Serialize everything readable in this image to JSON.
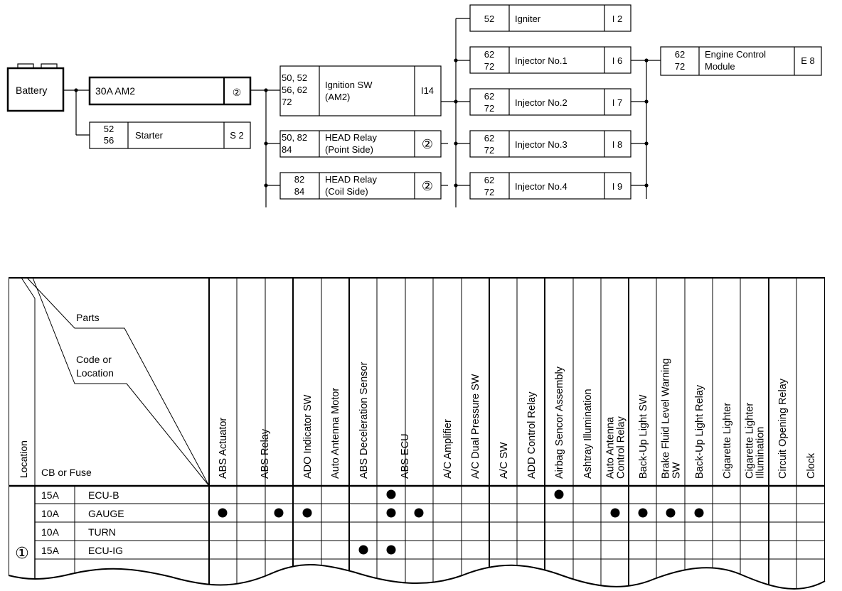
{
  "wiring": {
    "battery": "Battery",
    "am2": {
      "label": "30A AM2",
      "ref": "②"
    },
    "starter": {
      "codes": [
        "52",
        "56"
      ],
      "label": "Starter",
      "loc": "S 2"
    },
    "ignition_sw": {
      "codes": [
        "50, 52",
        "56, 62",
        "72"
      ],
      "label": [
        "Ignition SW",
        "(AM2)"
      ],
      "loc": "I14"
    },
    "head_relay_point": {
      "codes": [
        "50, 82",
        "84"
      ],
      "label": [
        "HEAD Relay",
        "(Point Side)"
      ],
      "ref": "②"
    },
    "head_relay_coil": {
      "codes": [
        "82",
        "84"
      ],
      "label": [
        "HEAD Relay",
        "(Coil Side)"
      ],
      "ref": "②"
    },
    "igniter": {
      "codes": [
        "52"
      ],
      "label": "Igniter",
      "loc": "I 2"
    },
    "injector1": {
      "codes": [
        "62",
        "72"
      ],
      "label": "Injector No.1",
      "loc": "I 6"
    },
    "injector2": {
      "codes": [
        "62",
        "72"
      ],
      "label": "Injector No.2",
      "loc": "I 7"
    },
    "injector3": {
      "codes": [
        "62",
        "72"
      ],
      "label": "Injector No.3",
      "loc": "I 8"
    },
    "injector4": {
      "codes": [
        "62",
        "72"
      ],
      "label": "Injector No.4",
      "loc": "I 9"
    },
    "ecm": {
      "codes": [
        "62",
        "72"
      ],
      "label": [
        "Engine Control",
        "Module"
      ],
      "loc": "E 8"
    }
  },
  "table": {
    "header_parts": "Parts",
    "header_code": [
      "Code or",
      "Location"
    ],
    "header_location": "Location",
    "header_fuse": "CB or Fuse",
    "columns": [
      [
        "ABS Actuator"
      ],
      [
        "ABS Relay"
      ],
      [
        "ADO Indicator SW"
      ],
      [
        "Auto Antenna Motor"
      ],
      [
        "ABS Deceleration Sensor"
      ],
      [
        "ABS ECU"
      ],
      [
        "A/C Amplifier"
      ],
      [
        "A/C Dual Pressure SW"
      ],
      [
        "A/C SW"
      ],
      [
        "ADD Control Relay"
      ],
      [
        "Airbag Sencor Assembly"
      ],
      [
        "Ashtray Illumination"
      ],
      [
        "Auto Antenna",
        "Control Relay"
      ],
      [
        "Back-Up Light SW"
      ],
      [
        "Brake Fluid Level Warning",
        "SW"
      ],
      [
        "Back-Up Light Relay"
      ],
      [
        "Cigarette Lighter"
      ],
      [
        "Cigarette Lighter",
        "Illumination"
      ],
      [
        "Circuit Opening Relay"
      ],
      [
        "Clock"
      ]
    ],
    "location_marker": "①",
    "rows": [
      {
        "amp": "15A",
        "name": "ECU-B"
      },
      {
        "amp": "10A",
        "name": "GAUGE"
      },
      {
        "amp": "10A",
        "name": "TURN"
      },
      {
        "amp": "15A",
        "name": "ECU-IG"
      }
    ],
    "dots": [
      {
        "row": 0,
        "col": 6
      },
      {
        "row": 0,
        "col": 12
      },
      {
        "row": 1,
        "col": 0
      },
      {
        "row": 1,
        "col": 2
      },
      {
        "row": 1,
        "col": 3
      },
      {
        "row": 1,
        "col": 6
      },
      {
        "row": 1,
        "col": 7
      },
      {
        "row": 1,
        "col": 14
      },
      {
        "row": 1,
        "col": 15
      },
      {
        "row": 1,
        "col": 16
      },
      {
        "row": 1,
        "col": 17
      },
      {
        "row": 3,
        "col": 5
      },
      {
        "row": 3,
        "col": 6
      }
    ]
  }
}
